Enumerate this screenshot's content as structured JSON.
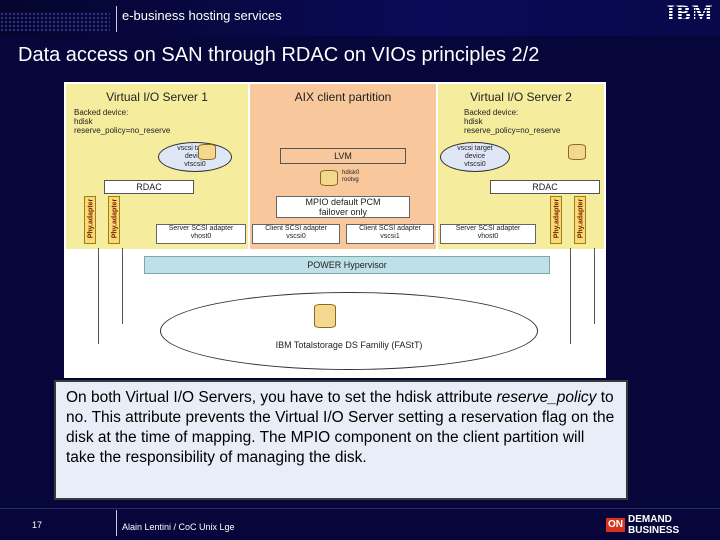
{
  "header": {
    "title": "e-business hosting services",
    "logo": "IBM"
  },
  "slide": {
    "title": "Data access on SAN through RDAC on VIOs principles 2/2"
  },
  "diagram": {
    "vios1": {
      "title": "Virtual I/O Server 1",
      "backed": "Backed device:\nhdisk\nreserve_policy=no_reserve",
      "target": "vscsi target\ndevice\nvtscsi0",
      "rdac": "RDAC",
      "phys1": "Phy.adapter",
      "phys2": "Phy.adapter",
      "server_adapter": "Server SCSI adapter\nvhost0"
    },
    "aix": {
      "title": "AIX client partition",
      "lvm": "LVM",
      "hdisk": "hdisk0\nrootvg",
      "mpio": "MPIO default PCM\nfailover only",
      "client1": "Client SCSI adapter\nvscsi0",
      "client2": "Client SCSI adapter\nvscsi1"
    },
    "vios2": {
      "title": "Virtual I/O Server 2",
      "backed": "Backed device:\nhdisk\nreserve_policy=no_reserve",
      "target": "vscsi target\ndevice\nvtscsi0",
      "rdac": "RDAC",
      "phys1": "Phy.adapter",
      "phys2": "Phy.adapter",
      "server_adapter": "Server SCSI adapter\nvhost0"
    },
    "hypervisor": "POWER Hypervisor",
    "storage": "IBM Totalstorage DS Familiy (FAStT)"
  },
  "note": {
    "part1": "On both Virtual I/O Servers, you have to set the hdisk attribute ",
    "italic": "reserve_policy",
    "part2": " to no. This attribute prevents the Virtual I/O Server setting a reservation flag on the disk at the time of mapping. The MPIO component on the client partition will take the responsibility of managing the disk."
  },
  "footer": {
    "page": "17",
    "author": "Alain Lentini / CoC Unix Lge",
    "badge_on": "ON",
    "badge_text": "DEMAND BUSINESS"
  },
  "colors": {
    "background": "#06063a",
    "vios": "#f6ec9e",
    "aix": "#f8c79c",
    "hypervisor": "#bfe0e8",
    "note_bg": "#e9edf8"
  }
}
